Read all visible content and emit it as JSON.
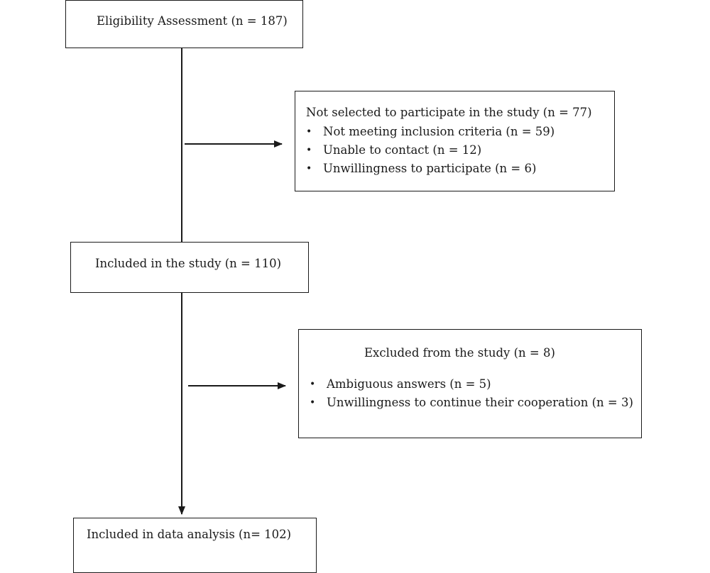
{
  "boxes": {
    "eligibility": {
      "title": "Eligibility Assessment (n = 187)"
    },
    "not_selected": {
      "title": "Not selected to participate in the study (n = 77)",
      "items": [
        "Not meeting inclusion criteria (n = 59)",
        "Unable to contact (n = 12)",
        "Unwillingness to participate (n = 6)"
      ]
    },
    "included": {
      "title": "Included in the study (n = 110)"
    },
    "excluded": {
      "title": "Excluded from the study (n = 8)",
      "items": [
        "Ambiguous answers (n = 5)",
        "Unwillingness to continue their cooperation (n = 3)"
      ]
    },
    "analysis": {
      "title": "Included in data analysis (n= 102)"
    }
  },
  "bullet_symbol": "•"
}
